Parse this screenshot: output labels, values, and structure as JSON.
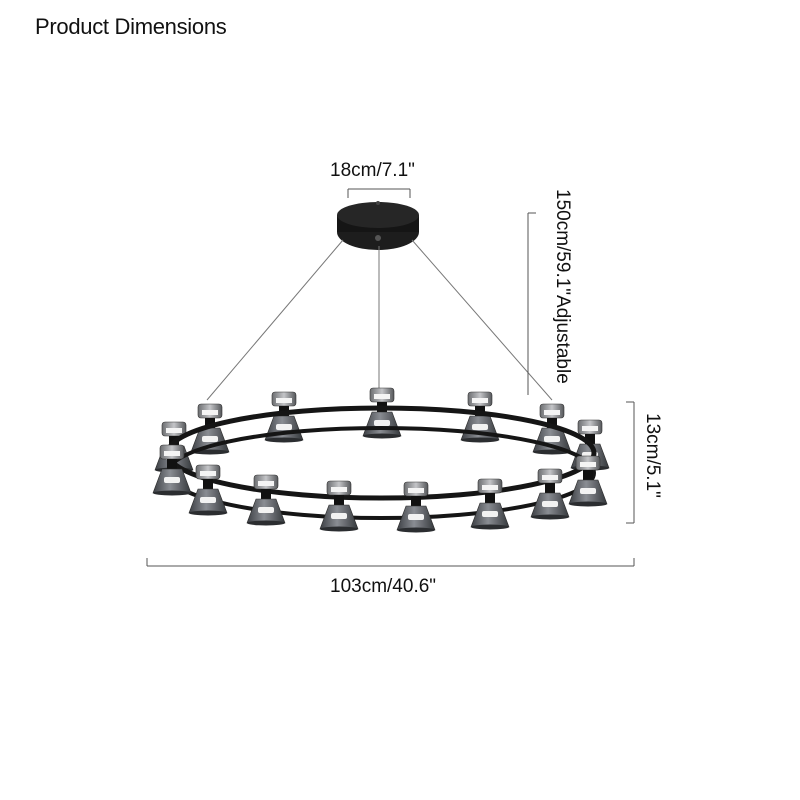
{
  "title": "Product Dimensions",
  "dimensions": {
    "canopy_width": "18cm/7.1\"",
    "hanging_height": "150cm/59.1\"Adjustable",
    "shade_height": "13cm/5.1\"",
    "overall_width": "103cm/40.6\""
  },
  "colors": {
    "frame": "#1a1a1a",
    "shade_glass": "#5d6166",
    "chrome_cap": "#8c8e92",
    "dimension_line": "#555555"
  }
}
